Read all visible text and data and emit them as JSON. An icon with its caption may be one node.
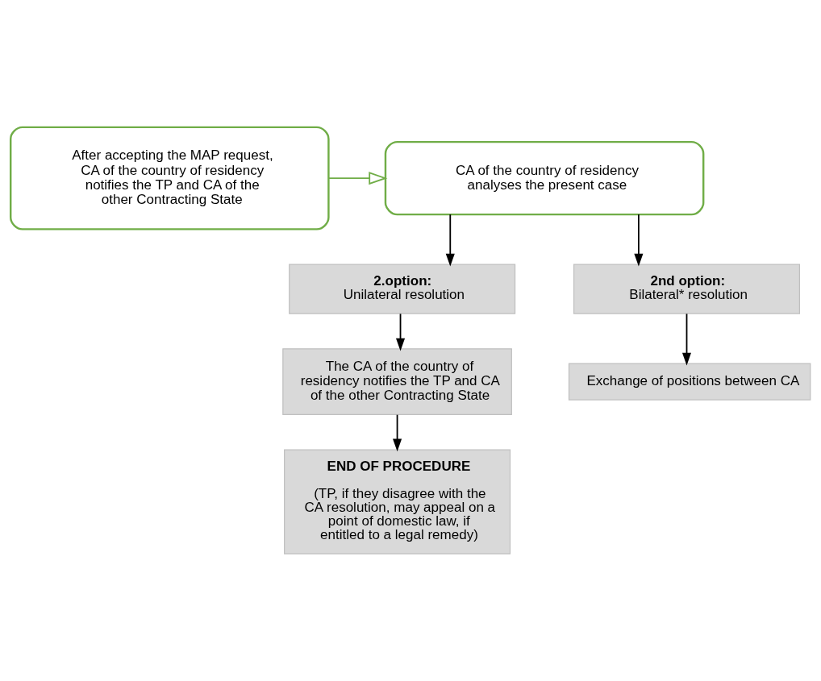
{
  "diagram": {
    "nodes": [
      {
        "text": [
          "After accepting the MAP request, CA of the country of residency notifies the TP and CA of the other Contracting State"
        ]
      },
      {
        "text": [
          "CA of the country of residency analyses the present case"
        ]
      },
      {
        "text": [
          "2.option:",
          "Unilateral resolution"
        ]
      },
      {
        "text": [
          "2nd option:",
          "Bilateral* resolution"
        ]
      },
      {
        "text": [
          "The CA of the country of residency notifies the TP and CA of the other Contracting State"
        ]
      },
      {
        "text": [
          "Exchange of positions between CA"
        ]
      },
      {
        "text": [
          "END OF PROCEDURE",
          "(TP, if they disagree with the CA resolution, may appeal on a point of domestic law, if entitled to a legal remedy)"
        ]
      }
    ],
    "edges": [
      {
        "from": 0,
        "to": 1,
        "arrow": "to",
        "color": "#70ad47"
      },
      {
        "from": 1,
        "to": 2,
        "arrow": "to"
      },
      {
        "from": 1,
        "to": 3,
        "arrow": "to"
      },
      {
        "from": 2,
        "to": 4,
        "arrow": "to"
      },
      {
        "from": 3,
        "to": 5,
        "arrow": "to"
      },
      {
        "from": 4,
        "to": 6,
        "arrow": "to"
      }
    ]
  }
}
